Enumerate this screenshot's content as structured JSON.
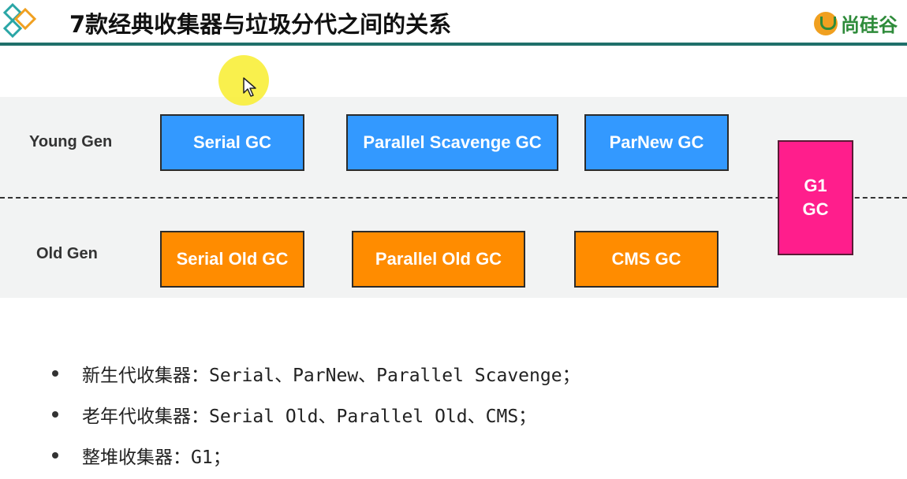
{
  "header": {
    "title": "7款经典收集器与垃圾分代之间的关系",
    "brand": "尚硅谷"
  },
  "diagram": {
    "young_label": "Young Gen",
    "old_label": "Old Gen",
    "young_collectors": [
      "Serial GC",
      "Parallel Scavenge GC",
      "ParNew GC"
    ],
    "old_collectors": [
      "Serial Old GC",
      "Parallel Old GC",
      "CMS GC"
    ],
    "g1": {
      "line1": "G1",
      "line2": "GC"
    }
  },
  "bullets": [
    "新生代收集器：Serial、ParNew、Parallel Scavenge；",
    "老年代收集器：Serial Old、Parallel Old、CMS；",
    "整堆收集器：G1；"
  ],
  "colors": {
    "young": "#3399ff",
    "old": "#ff8c00",
    "g1": "#ff1e8c",
    "header_rule": "#1f6f6a",
    "brand": "#2e8b3a"
  }
}
